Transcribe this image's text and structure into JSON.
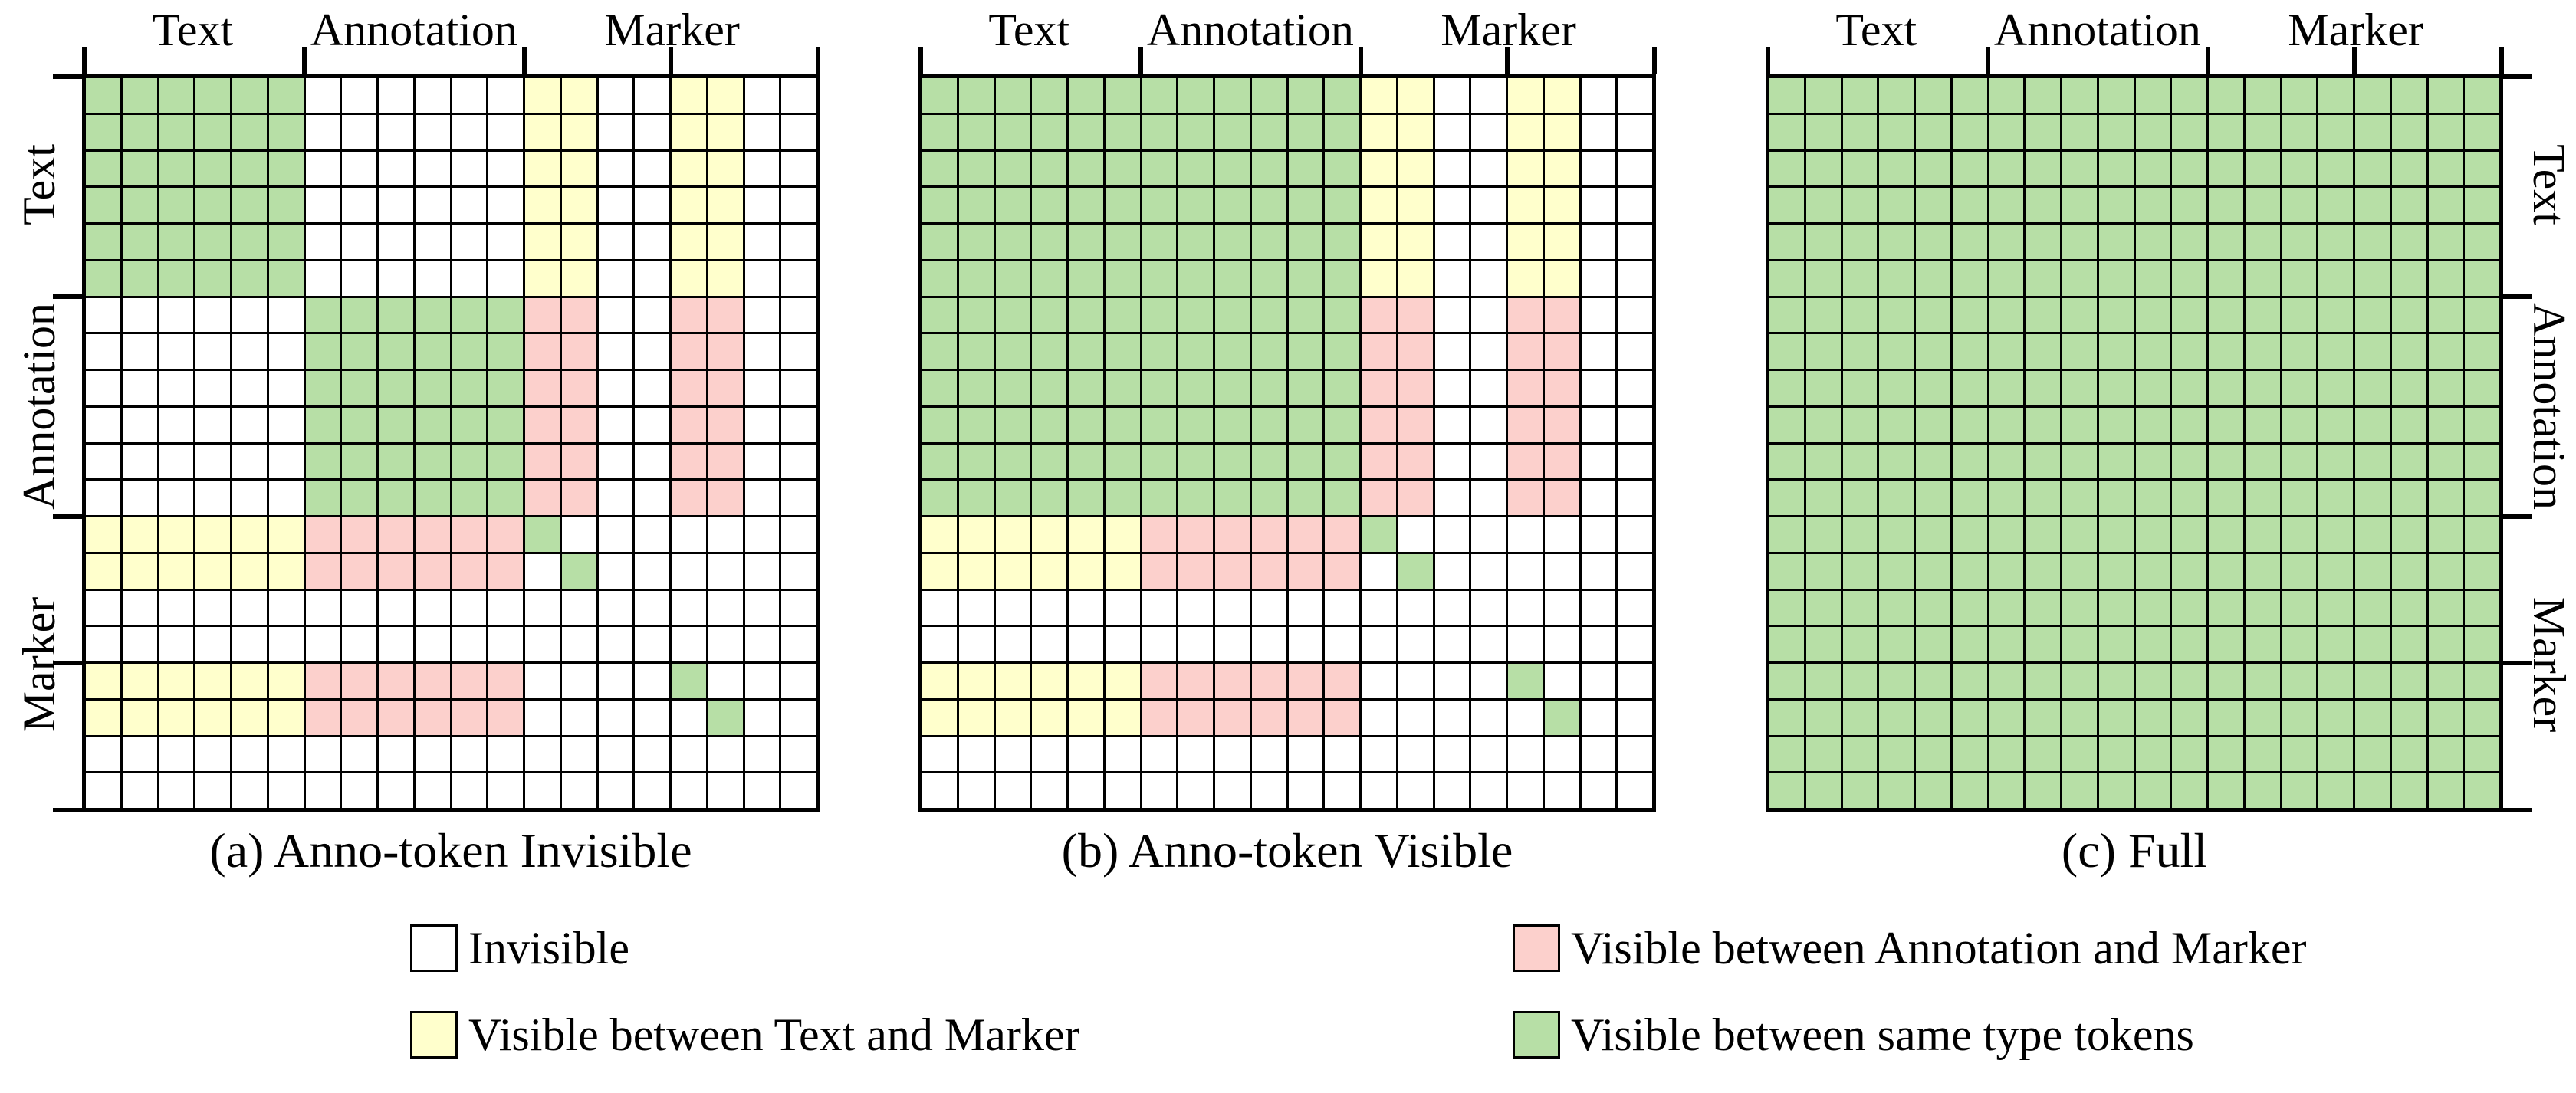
{
  "colors": {
    "invisible": "#ffffff",
    "text_marker": "#ffffcc",
    "anno_marker": "#fcd0cc",
    "same_type": "#b7dfa6",
    "grid_line": "#000000"
  },
  "axis": {
    "col_labels": [
      "Text",
      "Annotation",
      "Marker"
    ],
    "row_labels": [
      "Text",
      "Annotation",
      "Marker"
    ],
    "grid_size": 20,
    "tick_cells": [
      0,
      6,
      12,
      16,
      20
    ],
    "segments": [
      {
        "label": "Text",
        "start": 0,
        "end": 6
      },
      {
        "label": "Annotation",
        "start": 6,
        "end": 12
      },
      {
        "label": "Marker",
        "start": 12,
        "end": 20
      }
    ]
  },
  "cell_legend_key": {
    ".": "invisible",
    "G": "same_type",
    "Y": "text_marker",
    "P": "anno_marker"
  },
  "panels": [
    {
      "caption": "(a) Anno-token Invisible",
      "row_labels_side": "left",
      "rows": [
        "GGGGGG......YY..YY..",
        "GGGGGG......YY..YY..",
        "GGGGGG......YY..YY..",
        "GGGGGG......YY..YY..",
        "GGGGGG......YY..YY..",
        "GGGGGG......YY..YY..",
        "......GGGGGGPP..PP..",
        "......GGGGGGPP..PP..",
        "......GGGGGGPP..PP..",
        "......GGGGGGPP..PP..",
        "......GGGGGGPP..PP..",
        "......GGGGGGPP..PP..",
        "YYYYYYPPPPPPG.......",
        "YYYYYYPPPPPP.G......",
        "....................",
        "....................",
        "YYYYYYPPPPPP....G...",
        "YYYYYYPPPPPP.....G..",
        "....................",
        "...................."
      ]
    },
    {
      "caption": "(b) Anno-token Visible",
      "row_labels_side": "none",
      "rows": [
        "GGGGGGGGGGGGYY..YY..",
        "GGGGGGGGGGGGYY..YY..",
        "GGGGGGGGGGGGYY..YY..",
        "GGGGGGGGGGGGYY..YY..",
        "GGGGGGGGGGGGYY..YY..",
        "GGGGGGGGGGGGYY..YY..",
        "GGGGGGGGGGGGPP..PP..",
        "GGGGGGGGGGGGPP..PP..",
        "GGGGGGGGGGGGPP..PP..",
        "GGGGGGGGGGGGPP..PP..",
        "GGGGGGGGGGGGPP..PP..",
        "GGGGGGGGGGGGPP..PP..",
        "YYYYYYPPPPPPG.......",
        "YYYYYYPPPPPP.G......",
        "....................",
        "....................",
        "YYYYYYPPPPPP....G...",
        "YYYYYYPPPPPP.....G..",
        "....................",
        "...................."
      ]
    },
    {
      "caption": "(c) Full",
      "row_labels_side": "right",
      "rows": [
        "GGGGGGGGGGGGGGGGGGGG",
        "GGGGGGGGGGGGGGGGGGGG",
        "GGGGGGGGGGGGGGGGGGGG",
        "GGGGGGGGGGGGGGGGGGGG",
        "GGGGGGGGGGGGGGGGGGGG",
        "GGGGGGGGGGGGGGGGGGGG",
        "GGGGGGGGGGGGGGGGGGGG",
        "GGGGGGGGGGGGGGGGGGGG",
        "GGGGGGGGGGGGGGGGGGGG",
        "GGGGGGGGGGGGGGGGGGGG",
        "GGGGGGGGGGGGGGGGGGGG",
        "GGGGGGGGGGGGGGGGGGGG",
        "GGGGGGGGGGGGGGGGGGGG",
        "GGGGGGGGGGGGGGGGGGGG",
        "GGGGGGGGGGGGGGGGGGGG",
        "GGGGGGGGGGGGGGGGGGGG",
        "GGGGGGGGGGGGGGGGGGGG",
        "GGGGGGGGGGGGGGGGGGGG",
        "GGGGGGGGGGGGGGGGGGGG",
        "GGGGGGGGGGGGGGGGGGGG"
      ]
    }
  ],
  "legend": {
    "entries": [
      {
        "color_key": "invisible",
        "label": "Invisible"
      },
      {
        "color_key": "text_marker",
        "label": "Visible between Text and Marker"
      },
      {
        "color_key": "anno_marker",
        "label": "Visible between Annotation and Marker"
      },
      {
        "color_key": "same_type",
        "label": "Visible between same type tokens"
      }
    ]
  }
}
